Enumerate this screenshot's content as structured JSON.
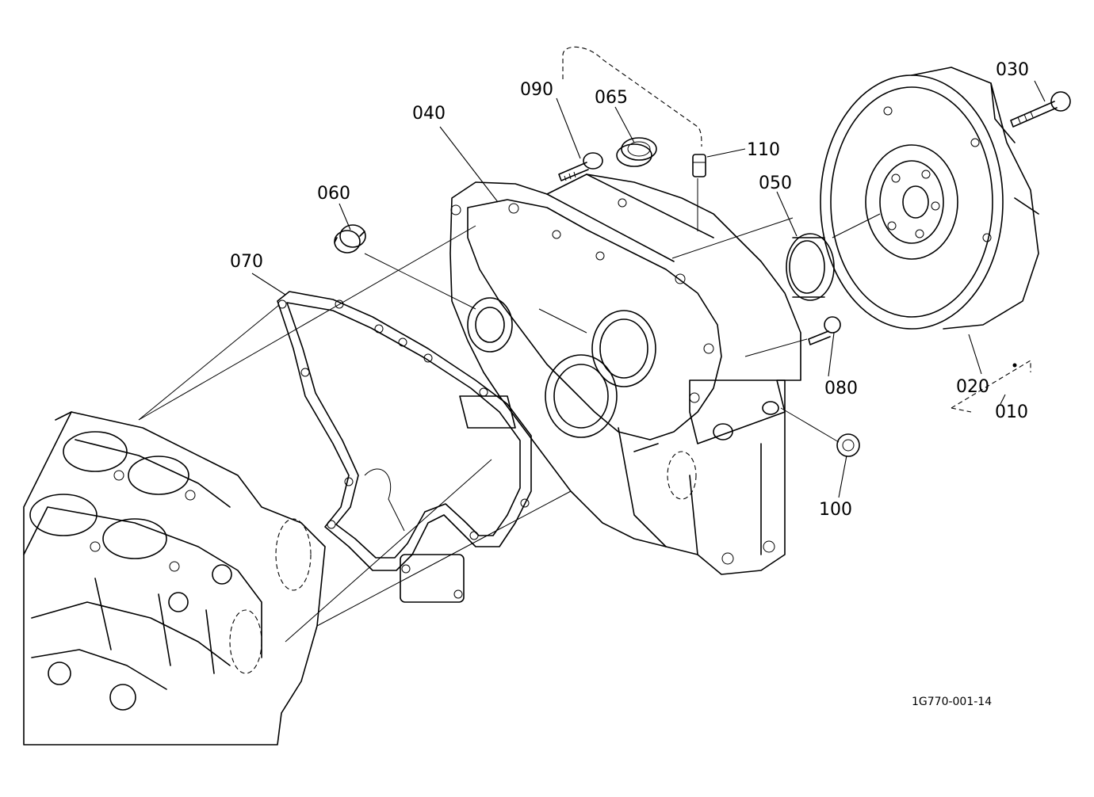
{
  "drawing_code": "1G770-001-14",
  "callouts": [
    {
      "id": "010",
      "label": "010"
    },
    {
      "id": "020",
      "label": "020"
    },
    {
      "id": "030",
      "label": "030"
    },
    {
      "id": "040",
      "label": "040"
    },
    {
      "id": "050",
      "label": "050"
    },
    {
      "id": "060",
      "label": "060"
    },
    {
      "id": "065",
      "label": "065"
    },
    {
      "id": "070",
      "label": "070"
    },
    {
      "id": "080",
      "label": "080"
    },
    {
      "id": "090",
      "label": "090"
    },
    {
      "id": "100",
      "label": "100"
    },
    {
      "id": "110",
      "label": "110"
    }
  ]
}
